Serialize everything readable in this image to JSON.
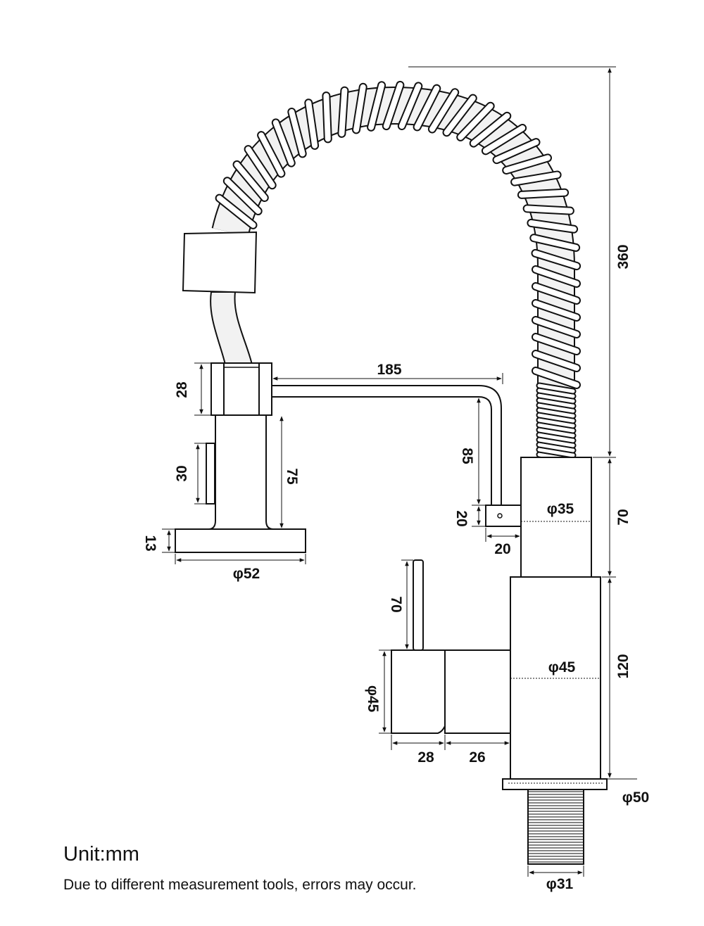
{
  "dimensions": {
    "spray_height": "360",
    "arm_length": "185",
    "holder_cap_height": "28",
    "holder_column_height": "75",
    "holder_button_height": "30",
    "holder_base_height": "13",
    "holder_base_diameter": "φ52",
    "arm_drop": "85",
    "arm_end_height": "20",
    "arm_end_width": "20",
    "upper_body_height": "70",
    "upper_body_diameter": "φ35",
    "lever_height": "70",
    "body_height": "120",
    "body_diameter": "φ45",
    "handle_diameter": "φ45",
    "handle_length_a": "28",
    "handle_length_b": "26",
    "flange_diameter": "φ50",
    "shank_diameter": "φ31"
  },
  "notes": {
    "unit": "Unit:mm",
    "disclaimer": "Due to different measurement tools, errors may occur."
  }
}
